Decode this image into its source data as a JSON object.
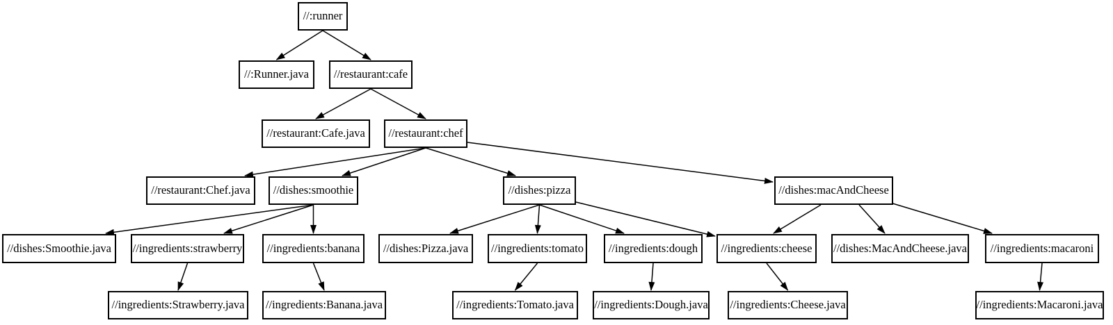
{
  "diagram": {
    "type": "dependency-graph",
    "colors": {
      "background": "#ffffff",
      "node_fill": "#ffffff",
      "node_border": "#000000",
      "edge": "#000000",
      "text": "#000000"
    },
    "nodes": [
      {
        "id": "runner",
        "label": "//:runner"
      },
      {
        "id": "runner_java",
        "label": "//:Runner.java"
      },
      {
        "id": "cafe",
        "label": "//restaurant:cafe"
      },
      {
        "id": "cafe_java",
        "label": "//restaurant:Cafe.java"
      },
      {
        "id": "chef",
        "label": "//restaurant:chef"
      },
      {
        "id": "chef_java",
        "label": "//restaurant:Chef.java"
      },
      {
        "id": "smoothie",
        "label": "//dishes:smoothie"
      },
      {
        "id": "smoothie_java",
        "label": "//dishes:Smoothie.java"
      },
      {
        "id": "strawberry",
        "label": "//ingredients:strawberry"
      },
      {
        "id": "strawberry_java",
        "label": "//ingredients:Strawberry.java"
      },
      {
        "id": "banana",
        "label": "//ingredients:banana"
      },
      {
        "id": "banana_java",
        "label": "//ingredients:Banana.java"
      },
      {
        "id": "pizza",
        "label": "//dishes:pizza"
      },
      {
        "id": "pizza_java",
        "label": "//dishes:Pizza.java"
      },
      {
        "id": "tomato",
        "label": "//ingredients:tomato"
      },
      {
        "id": "tomato_java",
        "label": "//ingredients:Tomato.java"
      },
      {
        "id": "dough",
        "label": "//ingredients:dough"
      },
      {
        "id": "dough_java",
        "label": "//ingredients:Dough.java"
      },
      {
        "id": "cheese",
        "label": "//ingredients:cheese"
      },
      {
        "id": "cheese_java",
        "label": "//ingredients:Cheese.java"
      },
      {
        "id": "macAndCheese",
        "label": "//dishes:macAndCheese"
      },
      {
        "id": "macAndCheese_java",
        "label": "//dishes:MacAndCheese.java"
      },
      {
        "id": "macaroni",
        "label": "//ingredients:macaroni"
      },
      {
        "id": "macaroni_java",
        "label": "//ingredients:Macaroni.java"
      }
    ],
    "edges": [
      {
        "from": "runner",
        "to": "runner_java"
      },
      {
        "from": "runner",
        "to": "cafe"
      },
      {
        "from": "cafe",
        "to": "cafe_java"
      },
      {
        "from": "cafe",
        "to": "chef"
      },
      {
        "from": "chef",
        "to": "chef_java"
      },
      {
        "from": "chef",
        "to": "smoothie"
      },
      {
        "from": "chef",
        "to": "pizza"
      },
      {
        "from": "chef",
        "to": "macAndCheese"
      },
      {
        "from": "smoothie",
        "to": "smoothie_java"
      },
      {
        "from": "smoothie",
        "to": "strawberry"
      },
      {
        "from": "smoothie",
        "to": "banana"
      },
      {
        "from": "strawberry",
        "to": "strawberry_java"
      },
      {
        "from": "banana",
        "to": "banana_java"
      },
      {
        "from": "pizza",
        "to": "pizza_java"
      },
      {
        "from": "pizza",
        "to": "tomato"
      },
      {
        "from": "pizza",
        "to": "dough"
      },
      {
        "from": "pizza",
        "to": "cheese"
      },
      {
        "from": "tomato",
        "to": "tomato_java"
      },
      {
        "from": "dough",
        "to": "dough_java"
      },
      {
        "from": "cheese",
        "to": "cheese_java"
      },
      {
        "from": "macAndCheese",
        "to": "cheese"
      },
      {
        "from": "macAndCheese",
        "to": "macAndCheese_java"
      },
      {
        "from": "macAndCheese",
        "to": "macaroni"
      },
      {
        "from": "macaroni",
        "to": "macaroni_java"
      }
    ]
  }
}
